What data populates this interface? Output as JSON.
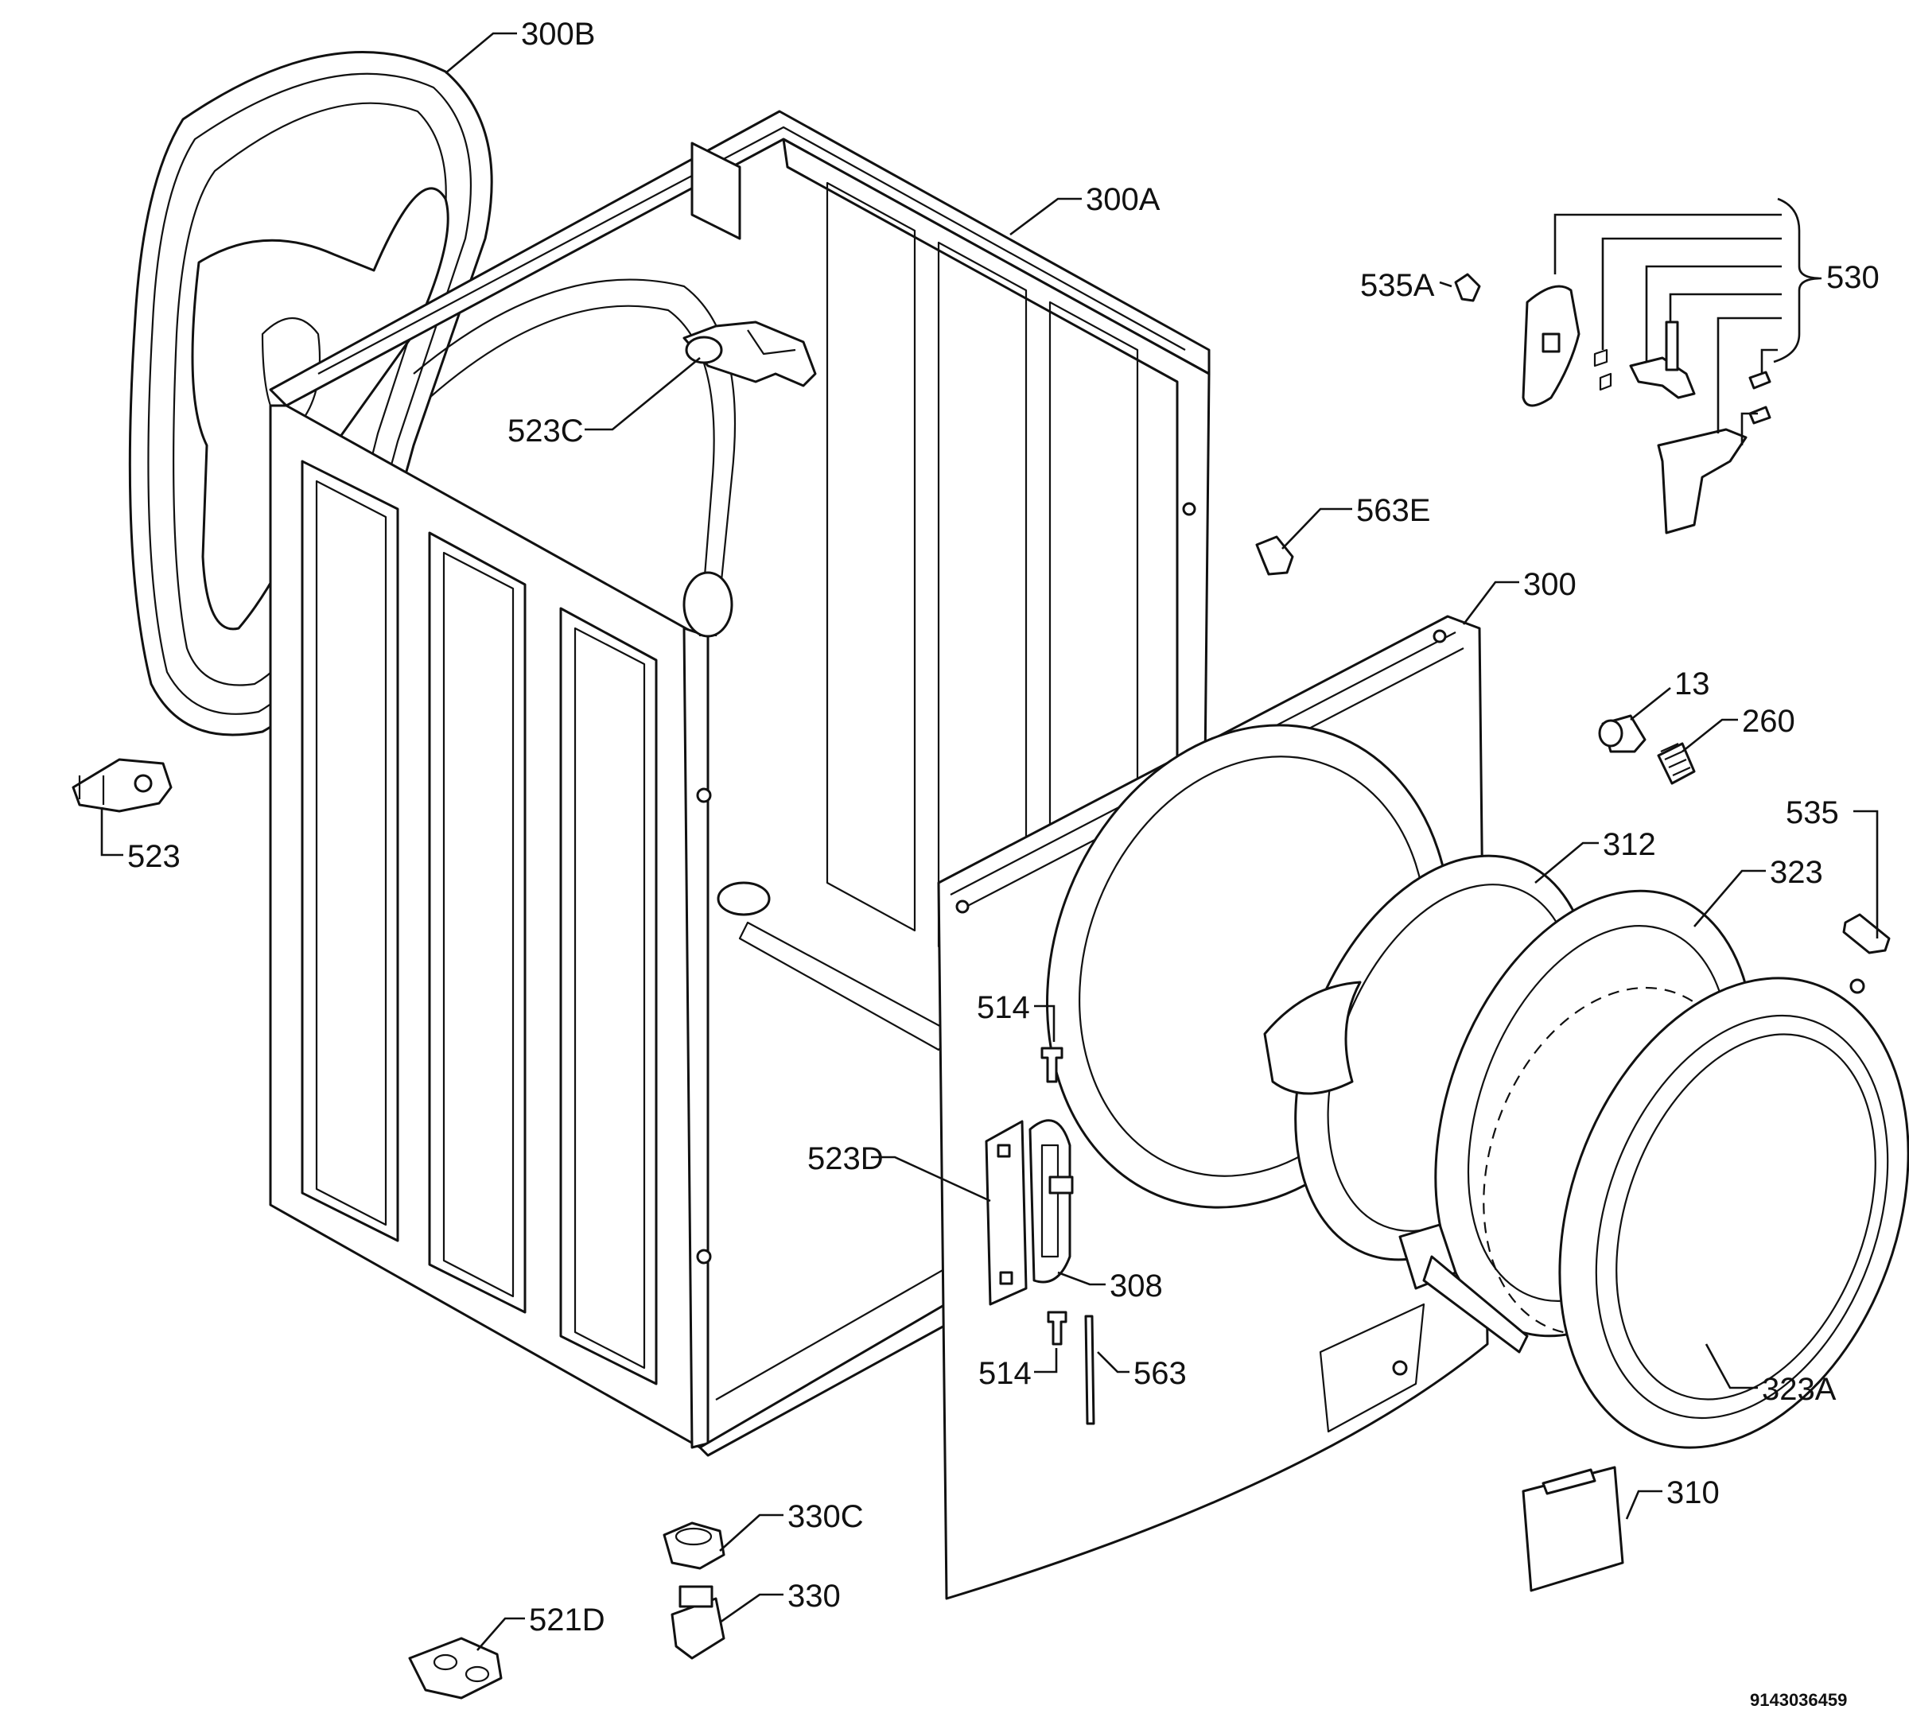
{
  "labels": {
    "l300B": "300B",
    "l300A": "300A",
    "l523C": "523C",
    "l523": "523",
    "l535A": "535A",
    "l530": "530",
    "l563E": "563E",
    "l300": "300",
    "l13": "13",
    "l260": "260",
    "l535": "535",
    "l312": "312",
    "l323": "323",
    "l514a": "514",
    "l523D": "523D",
    "l308": "308",
    "l514b": "514",
    "l563": "563",
    "l323A": "323A",
    "l310": "310",
    "l330C": "330C",
    "l330": "330",
    "l521D": "521D"
  },
  "document_number": "9143036459"
}
